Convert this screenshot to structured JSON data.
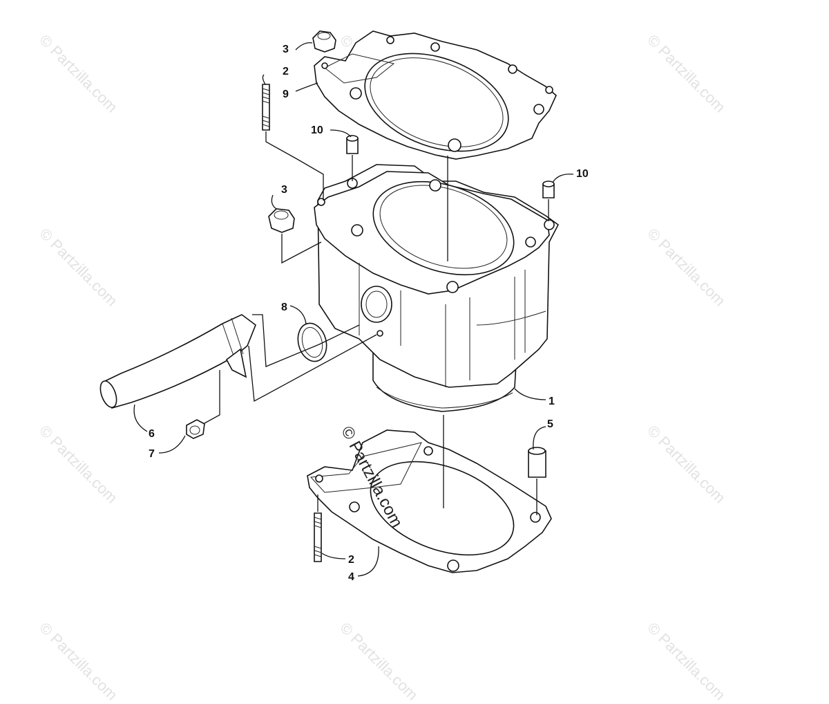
{
  "watermark": "© Partzilla.com",
  "callouts": {
    "c1": "1",
    "c2a": "2",
    "c2b": "2",
    "c3a": "3",
    "c3b": "3",
    "c4": "4",
    "c5": "5",
    "c6": "6",
    "c7": "7",
    "c8": "8",
    "c9": "9",
    "c10a": "10",
    "c10b": "10"
  }
}
